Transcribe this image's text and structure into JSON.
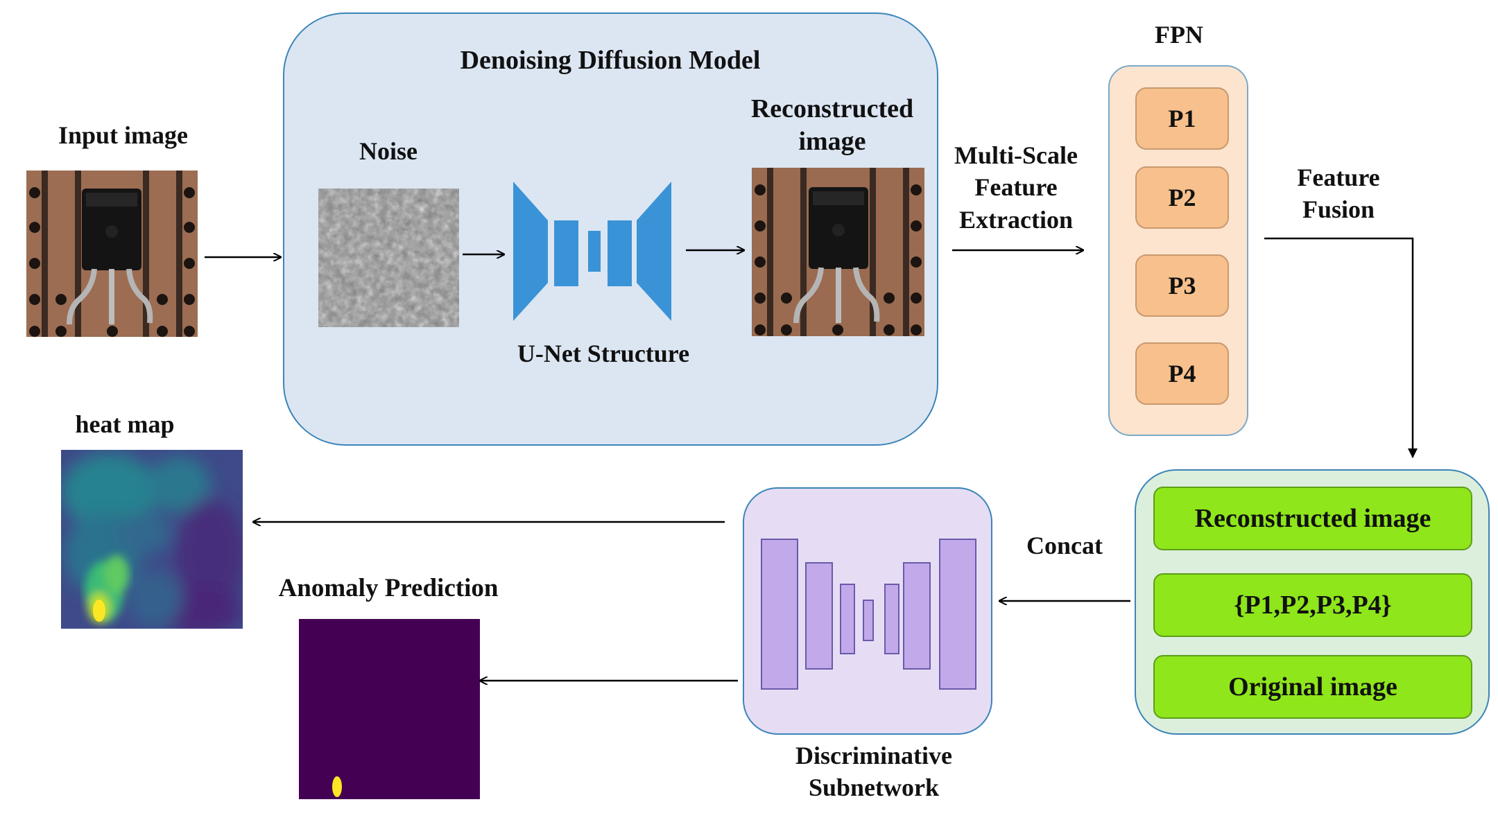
{
  "labels": {
    "denoising_title": "Denoising Diffusion Model",
    "input_image": "Input image",
    "noise": "Noise",
    "unet": "U-Net Structure",
    "reconstructed_line1": "Reconstructed",
    "reconstructed_line2": "image",
    "multiscale_line1": "Multi-Scale",
    "multiscale_line2": "Feature",
    "multiscale_line3": "Extraction",
    "fpn": "FPN",
    "fusion_line1": "Feature",
    "fusion_line2": "Fusion",
    "concat": "Concat",
    "heat_map": "heat map",
    "anomaly_prediction": "Anomaly Prediction",
    "disc_line1": "Discriminative",
    "disc_line2": "Subnetwork"
  },
  "fpn_levels": [
    "P1",
    "P2",
    "P3",
    "P4"
  ],
  "concat_inputs": [
    "Reconstructed image",
    "{P1,P2,P3,P4}",
    "Original image"
  ],
  "colors": {
    "denoising_panel": "#dce6f2",
    "denoising_border": "#3b84b8",
    "fpn_panel": "#fce4cf",
    "fpn_box": "#f7c08c",
    "concat_panel": "#dcefdc",
    "green_box": "#8ee61b",
    "disc_panel": "#e6ddf5",
    "disc_block": "#c2a9ea",
    "unet_block": "#3a93d6",
    "prediction_bg": "#440154",
    "prediction_blob": "#fde725"
  }
}
